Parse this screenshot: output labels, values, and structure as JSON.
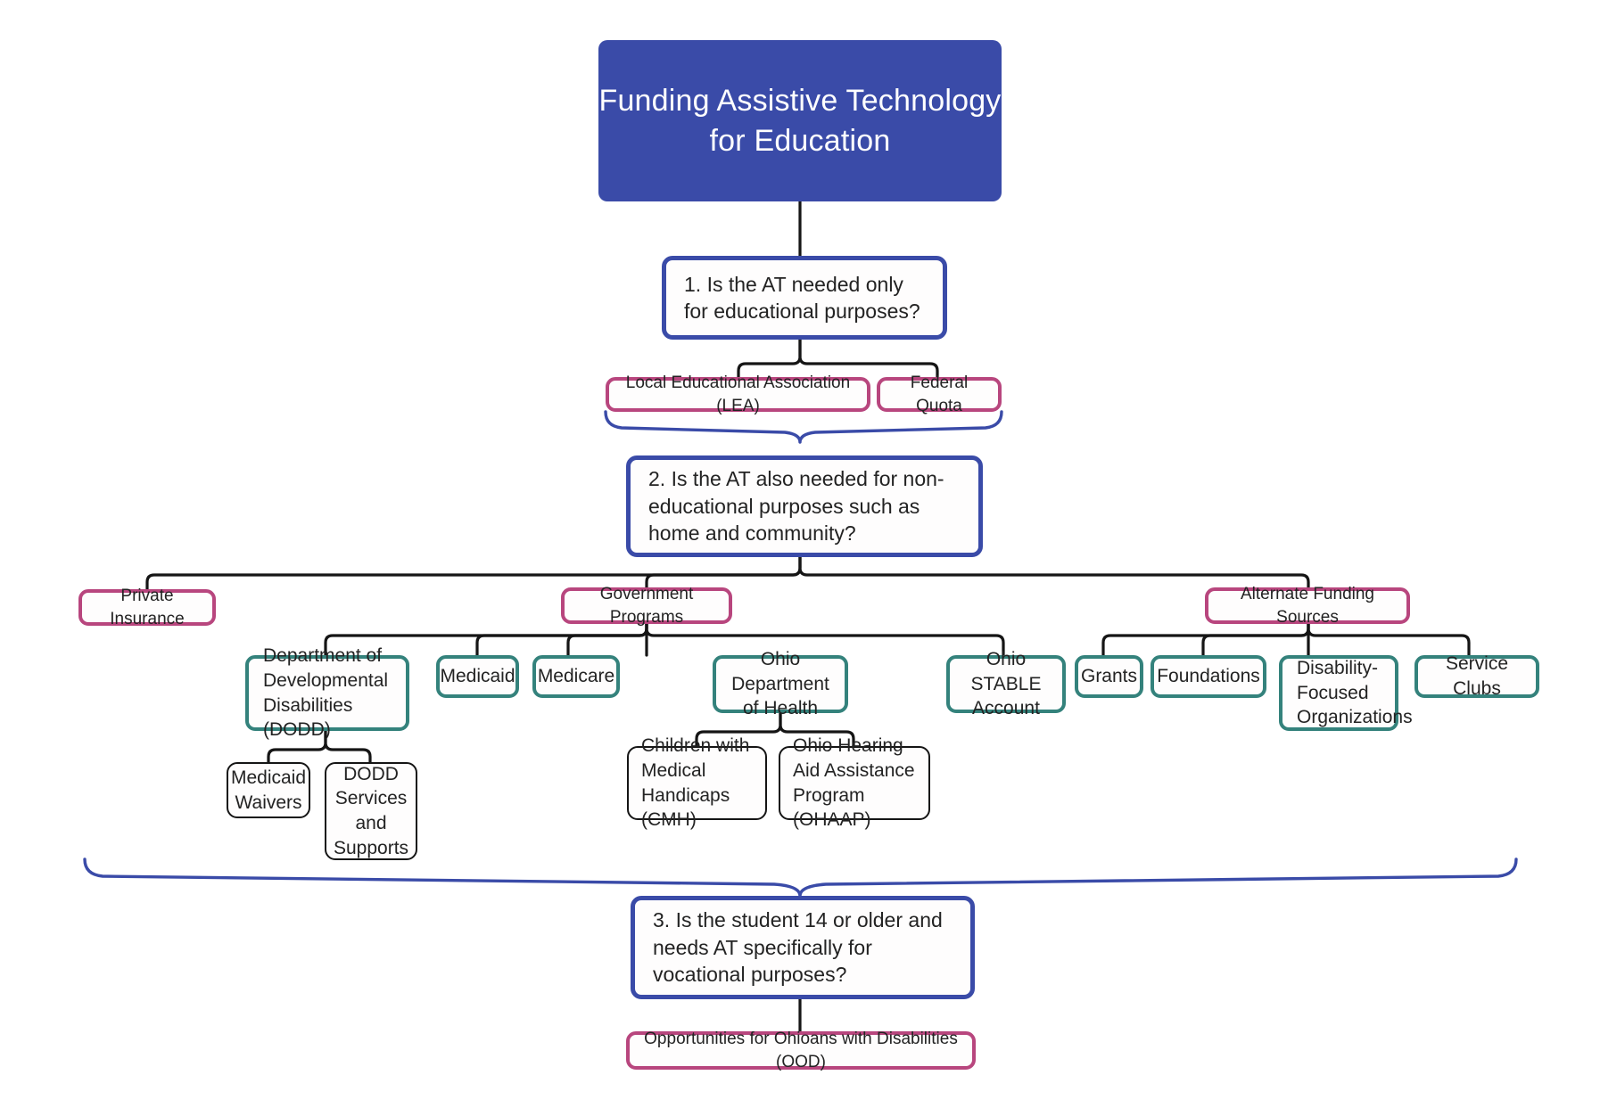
{
  "diagram": {
    "title": "Funding Assistive Technology for Education",
    "type": "flowchart",
    "palette": {
      "root_fill": "#3a4ba8",
      "root_text": "#ffffff",
      "question_border": "#3a4ba8",
      "category_border": "#b8467e",
      "program_border": "#34827c",
      "leaf_border": "#151515",
      "connector": "#151515",
      "brace": "#3a4ba8",
      "background": "#ffffff"
    },
    "nodes": {
      "root": {
        "label": "Funding Assistive Technology for Education"
      },
      "q1": {
        "label": "1. Is the AT needed only for educational purposes?"
      },
      "q2": {
        "label": "2. Is the AT also needed for non-educational purposes such as home and community?"
      },
      "q3": {
        "label": "3. Is the student 14 or older and needs AT specifically for vocational purposes?"
      },
      "lea": {
        "label": "Local Educational Association (LEA)"
      },
      "federal_quota": {
        "label": "Federal Quota"
      },
      "private_insurance": {
        "label": "Private Insurance"
      },
      "government_programs": {
        "label": "Government Programs"
      },
      "alternate_funding": {
        "label": "Alternate Funding Sources"
      },
      "dodd": {
        "label": "Department of Developmental Disabilities (DODD)"
      },
      "medicaid": {
        "label": "Medicaid"
      },
      "medicare": {
        "label": "Medicare"
      },
      "ohio_health": {
        "label": "Ohio Department of Health"
      },
      "ohio_stable": {
        "label": "Ohio STABLE Account"
      },
      "grants": {
        "label": "Grants"
      },
      "foundations": {
        "label": "Foundations"
      },
      "disability_orgs": {
        "label": "Disability-Focused Organizations"
      },
      "service_clubs": {
        "label": "Service Clubs"
      },
      "medicaid_waivers": {
        "label": "Medicaid Waivers"
      },
      "dodd_services": {
        "label": "DODD Services and Supports"
      },
      "cmh": {
        "label": "Children with Medical Handicaps (CMH)"
      },
      "ohaap": {
        "label": "Ohio Hearing Aid Assistance Program (OHAAP)"
      },
      "ood": {
        "label": "Opportunities for Ohioans with Disabilities (OOD)"
      }
    },
    "edges": [
      {
        "from": "root",
        "to": "q1"
      },
      {
        "from": "q1",
        "to": "lea"
      },
      {
        "from": "q1",
        "to": "federal_quota"
      },
      {
        "from": "lea",
        "to": "q2"
      },
      {
        "from": "federal_quota",
        "to": "q2"
      },
      {
        "from": "q2",
        "to": "private_insurance"
      },
      {
        "from": "q2",
        "to": "government_programs"
      },
      {
        "from": "q2",
        "to": "alternate_funding"
      },
      {
        "from": "government_programs",
        "to": "dodd"
      },
      {
        "from": "government_programs",
        "to": "medicaid"
      },
      {
        "from": "government_programs",
        "to": "medicare"
      },
      {
        "from": "government_programs",
        "to": "ohio_health"
      },
      {
        "from": "government_programs",
        "to": "ohio_stable"
      },
      {
        "from": "alternate_funding",
        "to": "grants"
      },
      {
        "from": "alternate_funding",
        "to": "foundations"
      },
      {
        "from": "alternate_funding",
        "to": "disability_orgs"
      },
      {
        "from": "alternate_funding",
        "to": "service_clubs"
      },
      {
        "from": "dodd",
        "to": "medicaid_waivers"
      },
      {
        "from": "dodd",
        "to": "dodd_services"
      },
      {
        "from": "ohio_health",
        "to": "cmh"
      },
      {
        "from": "ohio_health",
        "to": "ohaap"
      },
      {
        "from": "q3",
        "to": "ood"
      }
    ]
  }
}
